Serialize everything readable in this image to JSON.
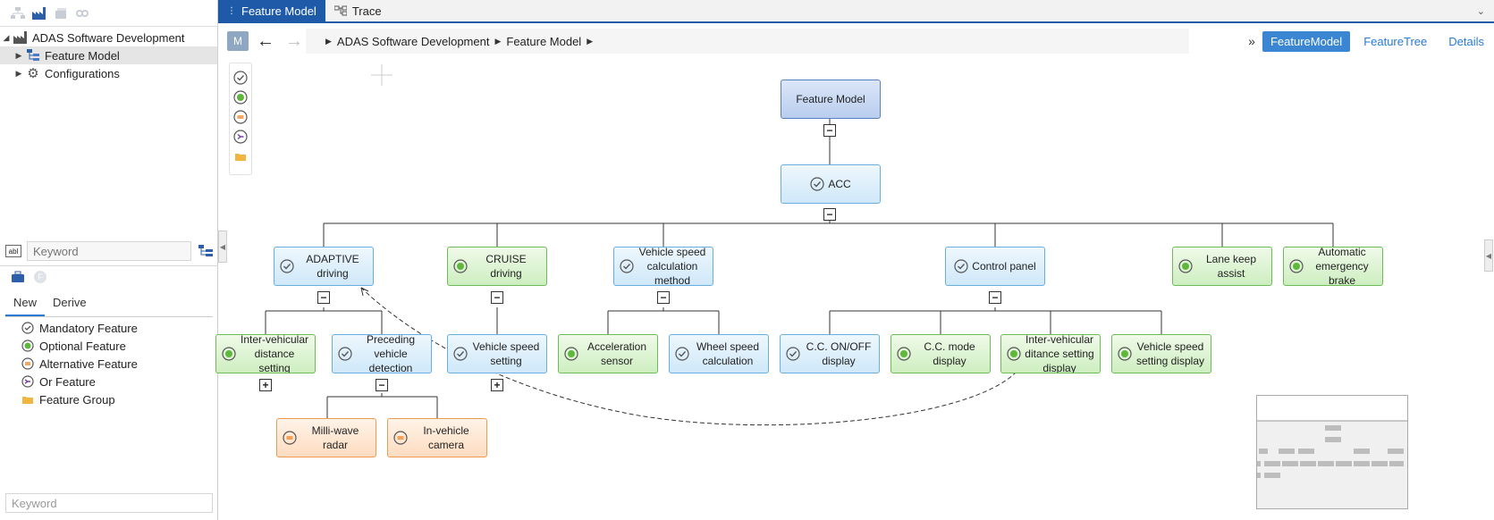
{
  "left_panel": {
    "tree": [
      {
        "label": "ADAS Software Development",
        "icon": "factory-icon",
        "expanded": true
      },
      {
        "label": "Feature Model",
        "icon": "feature-model-icon",
        "selected": true
      },
      {
        "label": "Configurations",
        "icon": "gear-icon"
      }
    ],
    "keyword_placeholder": "Keyword",
    "palette_tabs": [
      "New",
      "Derive"
    ],
    "palette_items": [
      {
        "label": "Mandatory Feature",
        "icon": "mandatory-icon"
      },
      {
        "label": "Optional Feature",
        "icon": "optional-icon"
      },
      {
        "label": "Alternative Feature",
        "icon": "alternative-icon"
      },
      {
        "label": "Or Feature",
        "icon": "or-icon"
      },
      {
        "label": "Feature Group",
        "icon": "folder-icon"
      }
    ],
    "bottom_keyword_placeholder": "Keyword"
  },
  "editor_tabs": [
    {
      "label": "Feature Model",
      "active": true
    },
    {
      "label": "Trace",
      "active": false
    }
  ],
  "nav": {
    "model_badge": "M",
    "back": "←",
    "forward": "→",
    "breadcrumb": [
      "ADAS Software Development",
      "Feature Model"
    ],
    "more": "»",
    "views": [
      {
        "label": "FeatureModel",
        "active": true
      },
      {
        "label": "FeatureTree",
        "active": false
      },
      {
        "label": "Details",
        "active": false
      }
    ]
  },
  "colors": {
    "accent": "#1e5aa8",
    "mandatory": "#cfe8f9",
    "optional": "#cdeec0",
    "alternative": "#fddcc0",
    "root": "#b9cdee"
  },
  "nodes": {
    "root": "Feature Model",
    "acc": "ACC",
    "adaptive": "ADAPTIVE driving",
    "cruise": "CRUISE driving",
    "vscm": "Vehicle speed calculation method",
    "control": "Control panel",
    "lane": "Lane keep assist",
    "aeb": "Automatic emergency brake",
    "ivd": "Inter-vehicular distance setting",
    "pvd": "Preceding vehicle detection",
    "vss": "Vehicle speed setting",
    "accel": "Acceleration sensor",
    "wheel": "Wheel speed calculation",
    "ccon": "C.C. ON/OFF display",
    "ccmode": "C.C. mode display",
    "ivds": "Inter-vehicular ditance setting display",
    "vssd": "Vehicle speed setting display",
    "mmw": "Milli-wave radar",
    "cam": "In-vehicle camera"
  },
  "toggles": {
    "collapse": "−",
    "expand": "+"
  }
}
